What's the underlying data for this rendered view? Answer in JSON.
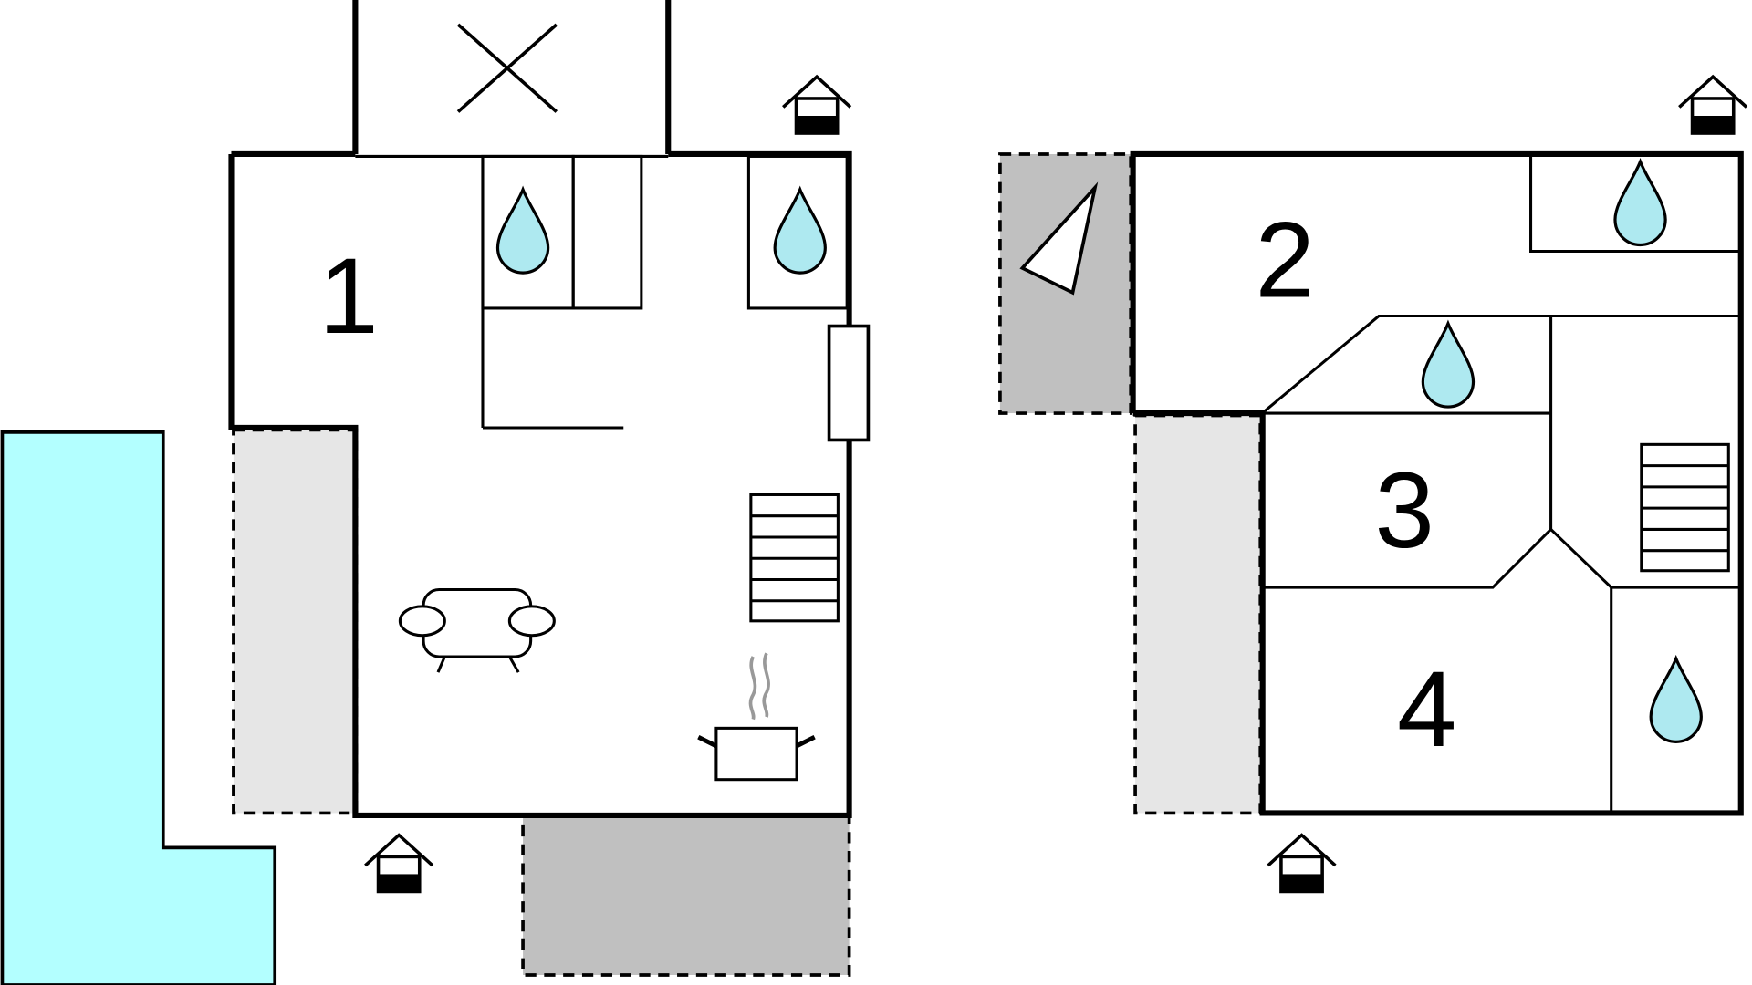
{
  "floor_plan": {
    "rooms": [
      {
        "number": "1"
      },
      {
        "number": "2"
      },
      {
        "number": "3"
      },
      {
        "number": "4"
      }
    ],
    "symbols": [
      "bathroom-icon",
      "staircase-icon",
      "sofa-icon",
      "kitchen-icon",
      "entrance-icon",
      "fireplace-icon",
      "balcony-icon",
      "window-icon"
    ],
    "colors": {
      "wall": "#000000",
      "pool": "#b3ffff",
      "terrace": "#c0c0c0",
      "light_area": "#e6e6e6",
      "water_drop": "#aee9f0"
    }
  }
}
